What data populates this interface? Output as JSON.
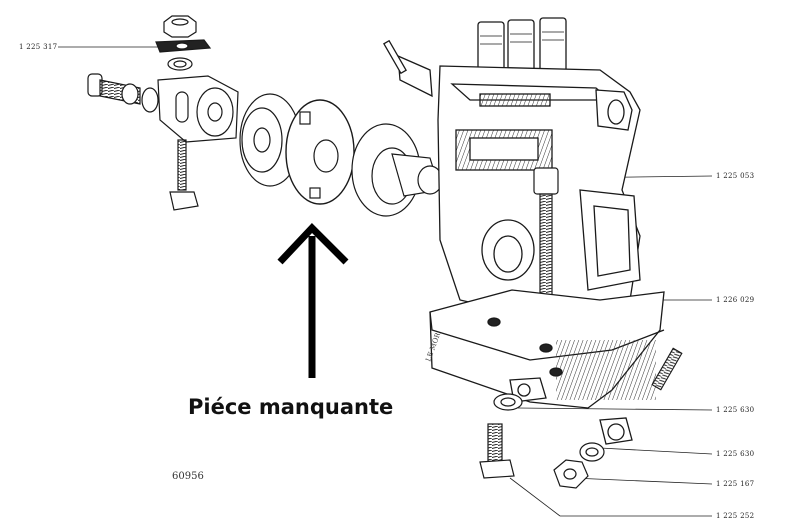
{
  "caption": "Piéce manquante",
  "plate_number": "60956",
  "part_numbers": [
    {
      "id": "p1",
      "text": "1 225 317"
    },
    {
      "id": "p2",
      "text": "1 225 053"
    },
    {
      "id": "p3",
      "text": "1 226 029"
    },
    {
      "id": "p4",
      "text": "1 225 630"
    },
    {
      "id": "p5",
      "text": "1 225 630"
    },
    {
      "id": "p6",
      "text": "1 225 167"
    },
    {
      "id": "p7",
      "text": "1 225 252"
    }
  ],
  "colors": {
    "line": "#1a1a1a",
    "shade": "#444444",
    "arrow": "#000000",
    "background": "#ffffff"
  }
}
